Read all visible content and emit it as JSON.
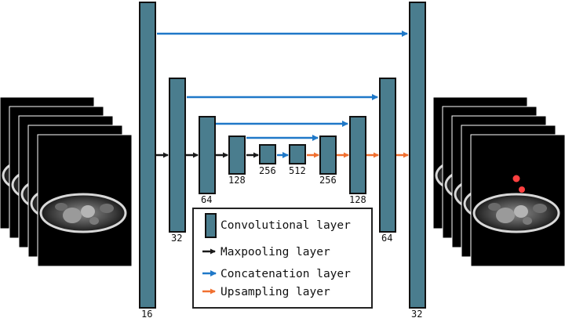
{
  "colors": {
    "layer_fill": "#4a7d8e",
    "layer_stroke": "#111111",
    "maxpool": "#1a1a1a",
    "concat": "#1f78c8",
    "upsample": "#f07030",
    "seg_overlay": "#ff4040"
  },
  "encoder_labels": [
    "16",
    "32",
    "64",
    "128",
    "256"
  ],
  "bottleneck_label": "512",
  "decoder_labels": [
    "256",
    "128",
    "64",
    "32"
  ],
  "legend": {
    "conv": "Convolutional layer",
    "maxpool": "Maxpooling layer",
    "concat": "Concatenation layer",
    "upsample": "Upsampling layer"
  }
}
